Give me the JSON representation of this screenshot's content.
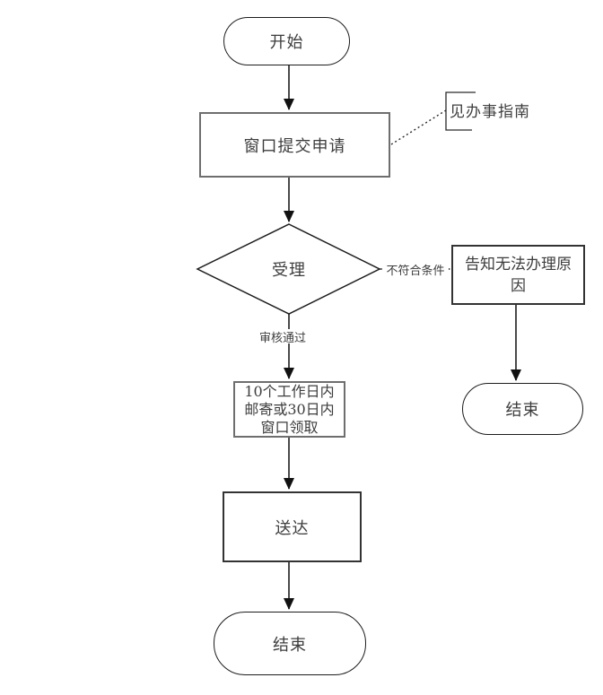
{
  "flowchart": {
    "nodes": {
      "start": {
        "label": "开始",
        "shape": "stadium"
      },
      "submit": {
        "label": "窗口提交申请",
        "shape": "rectangle"
      },
      "accept": {
        "label": "受理",
        "shape": "diamond"
      },
      "inform": {
        "label": "告知无法办理原因",
        "shape": "rectangle"
      },
      "end_right": {
        "label": "结束",
        "shape": "stadium"
      },
      "pickup": {
        "lines": [
          "10个工作日内",
          "邮寄或30日内",
          "窗口领取"
        ],
        "shape": "rectangle"
      },
      "deliver": {
        "label": "送达",
        "shape": "rectangle"
      },
      "end_bottom": {
        "label": "结束",
        "shape": "stadium"
      }
    },
    "edges": [
      {
        "from": "start",
        "to": "submit",
        "label": ""
      },
      {
        "from": "submit",
        "to": "accept",
        "label": ""
      },
      {
        "from": "accept",
        "to": "inform",
        "label": "不符合条件"
      },
      {
        "from": "accept",
        "to": "pickup",
        "label": "审核通过"
      },
      {
        "from": "inform",
        "to": "end_right",
        "label": ""
      },
      {
        "from": "pickup",
        "to": "deliver",
        "label": ""
      },
      {
        "from": "deliver",
        "to": "end_bottom",
        "label": ""
      }
    ],
    "edge_labels": {
      "not_qualified": "不符合条件",
      "approved": "审核通过"
    },
    "annotation": {
      "label": "见办事指南",
      "attached_to": "submit",
      "line_style": "dotted"
    },
    "colors": {
      "background": "#ffffff",
      "connector_line": "#4a4a4a",
      "arrowhead": "#111111",
      "box_border_gray": "#6e6e6e",
      "box_border_dark": "#333333",
      "shape_border": "#1c1c1c",
      "text": "#3d3d3d"
    }
  }
}
